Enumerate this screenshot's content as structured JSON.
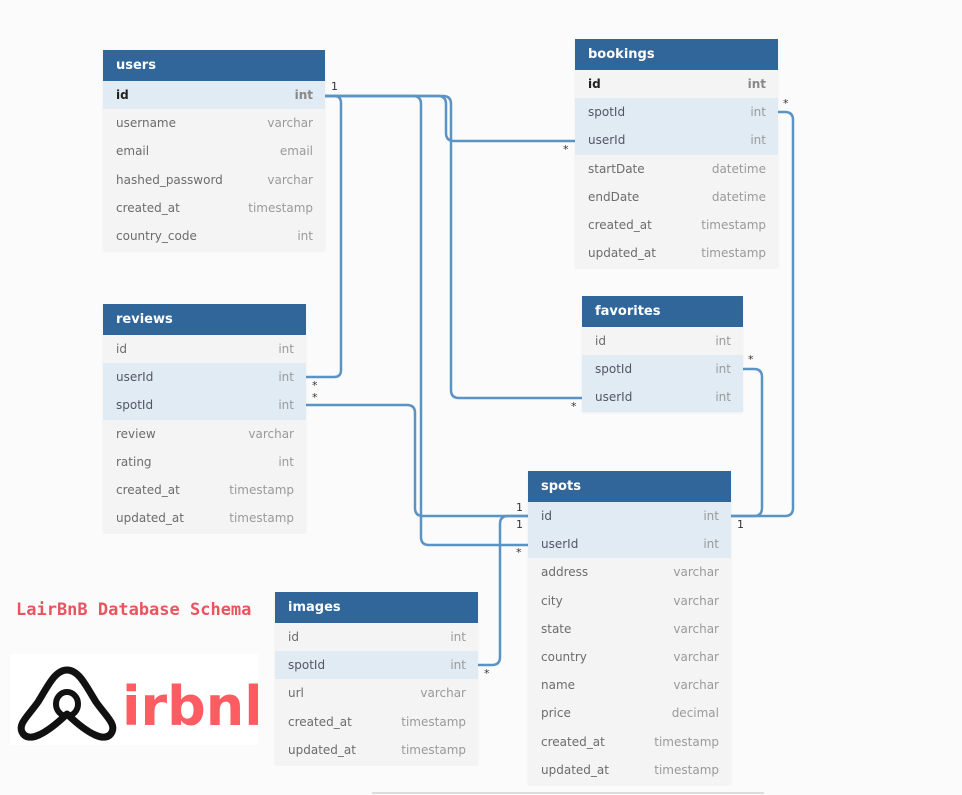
{
  "title": "LairBnB Database Schema",
  "logo": {
    "text": "irbnb",
    "color": "#fd5c63"
  },
  "colors": {
    "header": "#31669a",
    "row": "#f4f4f4",
    "highlight": "#e0ebf3",
    "line": "#5b93c5"
  },
  "tables": {
    "users": {
      "name": "users",
      "rows": [
        {
          "name": "id",
          "type": "int"
        },
        {
          "name": "username",
          "type": "varchar"
        },
        {
          "name": "email",
          "type": "email"
        },
        {
          "name": "hashed_password",
          "type": "varchar"
        },
        {
          "name": "created_at",
          "type": "timestamp"
        },
        {
          "name": "country_code",
          "type": "int"
        }
      ]
    },
    "bookings": {
      "name": "bookings",
      "rows": [
        {
          "name": "id",
          "type": "int"
        },
        {
          "name": "spotId",
          "type": "int"
        },
        {
          "name": "userId",
          "type": "int"
        },
        {
          "name": "startDate",
          "type": "datetime"
        },
        {
          "name": "endDate",
          "type": "datetime"
        },
        {
          "name": "created_at",
          "type": "timestamp"
        },
        {
          "name": "updated_at",
          "type": "timestamp"
        }
      ]
    },
    "reviews": {
      "name": "reviews",
      "rows": [
        {
          "name": "id",
          "type": "int"
        },
        {
          "name": "userId",
          "type": "int"
        },
        {
          "name": "spotId",
          "type": "int"
        },
        {
          "name": "review",
          "type": "varchar"
        },
        {
          "name": "rating",
          "type": "int"
        },
        {
          "name": "created_at",
          "type": "timestamp"
        },
        {
          "name": "updated_at",
          "type": "timestamp"
        }
      ]
    },
    "favorites": {
      "name": "favorites",
      "rows": [
        {
          "name": "id",
          "type": "int"
        },
        {
          "name": "spotId",
          "type": "int"
        },
        {
          "name": "userId",
          "type": "int"
        }
      ]
    },
    "spots": {
      "name": "spots",
      "rows": [
        {
          "name": "id",
          "type": "int"
        },
        {
          "name": "userId",
          "type": "int"
        },
        {
          "name": "address",
          "type": "varchar"
        },
        {
          "name": "city",
          "type": "varchar"
        },
        {
          "name": "state",
          "type": "varchar"
        },
        {
          "name": "country",
          "type": "varchar"
        },
        {
          "name": "name",
          "type": "varchar"
        },
        {
          "name": "price",
          "type": "decimal"
        },
        {
          "name": "created_at",
          "type": "timestamp"
        },
        {
          "name": "updated_at",
          "type": "timestamp"
        }
      ]
    },
    "images": {
      "name": "images",
      "rows": [
        {
          "name": "id",
          "type": "int"
        },
        {
          "name": "spotId",
          "type": "int"
        },
        {
          "name": "url",
          "type": "varchar"
        },
        {
          "name": "created_at",
          "type": "timestamp"
        },
        {
          "name": "updated_at",
          "type": "timestamp"
        }
      ]
    }
  },
  "cardinality": {
    "one": "1",
    "many": "*"
  }
}
